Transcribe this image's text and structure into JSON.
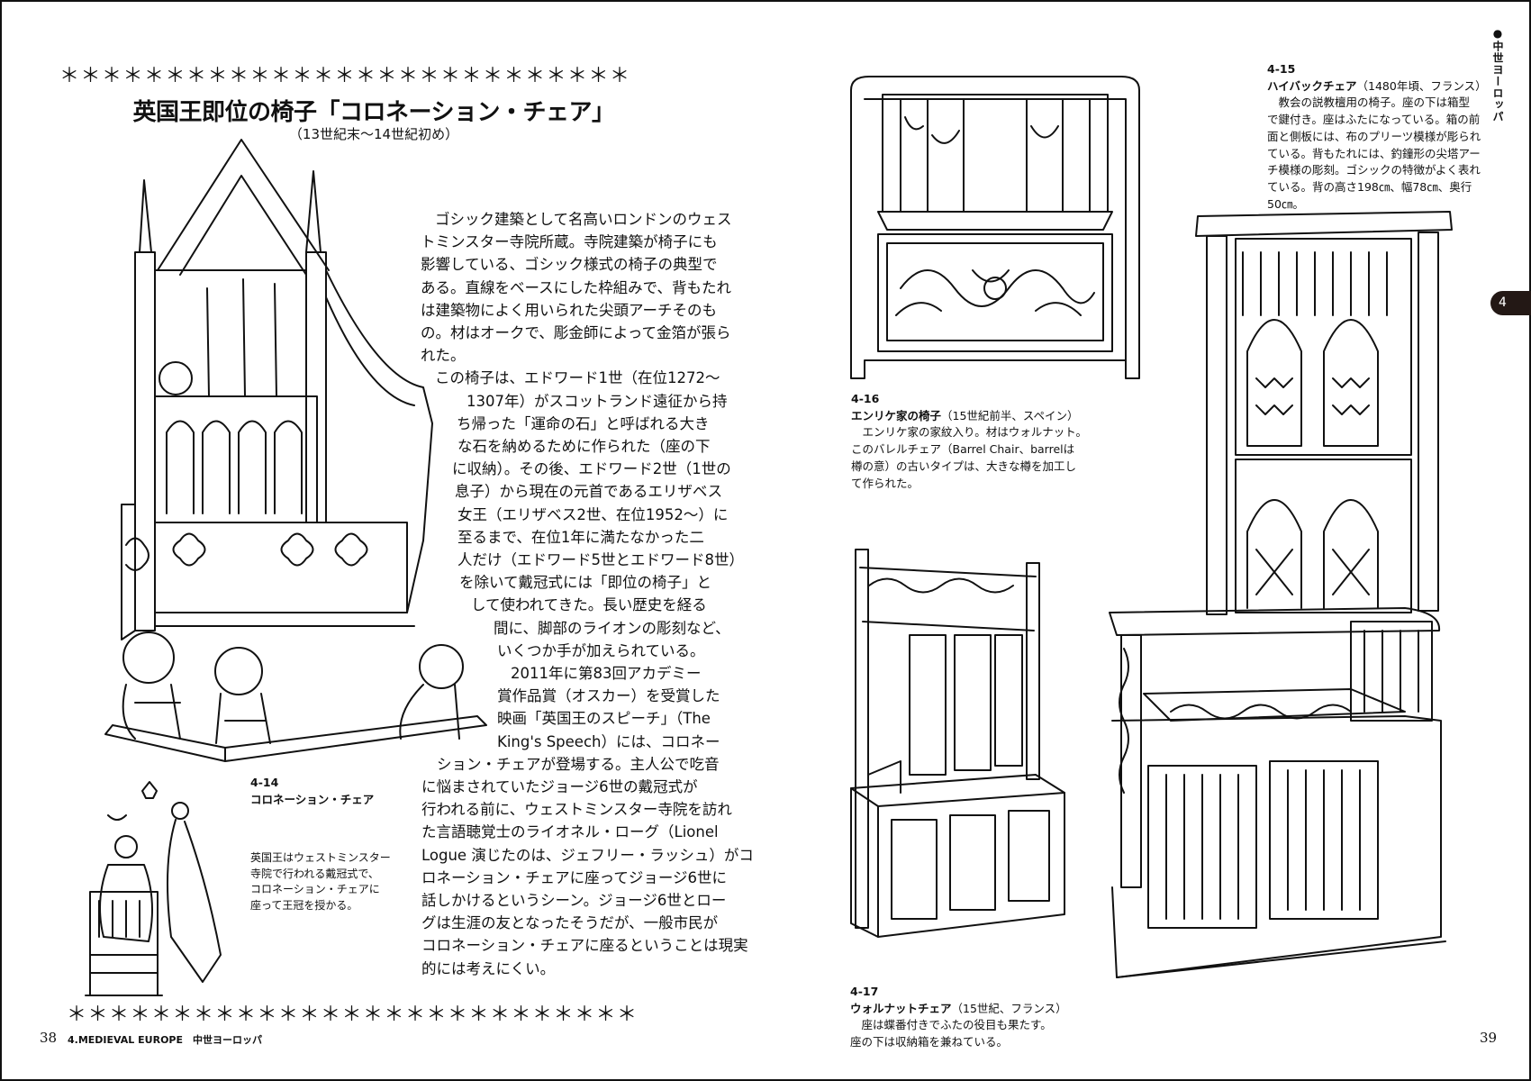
{
  "decor": {
    "stars_top": "＊＊＊＊＊＊＊＊＊＊＊＊＊＊＊＊＊＊＊＊＊＊＊＊＊＊＊",
    "stars_bottom": "＊＊＊＊＊＊＊＊＊＊＊＊＊＊＊＊＊＊＊＊＊＊＊＊＊＊＊"
  },
  "left_page": {
    "title": "英国王即位の椅子「コロネーション・チェア」",
    "subtitle": "（13世紀末～14世紀初め）",
    "body_lines": [
      "ゴシック建築として名高いロンドンのウェス",
      "トミンスター寺院所蔵。寺院建築が椅子にも",
      "影響している、ゴシック様式の椅子の典型で",
      "ある。直線をベースにした枠組みで、背もたれ",
      "は建築物によく用いられた尖頭アーチそのも",
      "の。材はオークで、彫金師によって金箔が張ら",
      "れた。",
      "この椅子は、エドワード1世（在位1272～",
      "1307年）がスコットランド遠征から持",
      "ち帰った「運命の石」と呼ばれる大き",
      "な石を納めるために作られた（座の下",
      "に収納）。その後、エドワード2世（1世の",
      "息子）から現在の元首であるエリザベス",
      "女王（エリザベス2世、在位1952～）に",
      "至るまで、在位1年に満たなかった二",
      "人だけ（エドワード5世とエドワード8世）",
      "を除いて戴冠式には「即位の椅子」と",
      "して使われてきた。長い歴史を経る",
      "間に、脚部のライオンの彫刻など、",
      "いくつか手が加えられている。",
      "2011年に第83回アカデミー",
      "賞作品賞（オスカー）を受賞した",
      "映画「英国王のスピーチ」（The",
      "King's Speech）には、コロネー",
      "ション・チェアが登場する。主人公で吃音",
      "に悩まされていたジョージ6世の戴冠式が",
      "行われる前に、ウェストミンスター寺院を訪れ",
      "た言語聴覚士のライオネル・ローグ（Lionel",
      "Logue 演じたのは、ジェフリー・ラッシュ）がコ",
      "ロネーション・チェアに座ってジョージ6世に",
      "話しかけるというシーン。ジョージ6世とロー",
      "グは生涯の友となったそうだが、一般市民が",
      "コロネーション・チェアに座るということは現実",
      "的には考えにくい。"
    ],
    "fig_4_14": {
      "number": "4-14",
      "title": "コロネーション・チェア"
    },
    "fig_inset_caption": [
      "英国王はウェストミンスター",
      "寺院で行われる戴冠式で、",
      "コロネーション・チェアに",
      "座って王冠を授かる。"
    ],
    "folio": "38",
    "running_head": "4.MEDIEVAL EUROPE　中世ヨーロッパ"
  },
  "right_page": {
    "section_label": "●中世ヨーロッパ",
    "chapter_tab": "4",
    "fig_4_15": {
      "number": "4-15",
      "title": "ハイバックチェア",
      "meta": "（1480年頃、フランス）",
      "lines": [
        "　教会の説教檀用の椅子。座の下は箱型",
        "で鍵付き。座はふたになっている。箱の前",
        "面と側板には、布のプリーツ模様が彫られ",
        "ている。背もたれには、釣鐘形の尖塔アー",
        "チ模様の彫刻。ゴシックの特徴がよく表れ",
        "ている。背の高さ198㎝、幅78㎝、奥行",
        "50㎝。"
      ]
    },
    "fig_4_16": {
      "number": "4-16",
      "title": "エンリケ家の椅子",
      "meta": "（15世紀前半、スペイン）",
      "lines": [
        "　エンリケ家の家紋入り。材はウォルナット。",
        "このバレルチェア（Barrel Chair、barrelは",
        "樽の意）の古いタイプは、大きな樽を加工し",
        "て作られた。"
      ]
    },
    "fig_4_17": {
      "number": "4-17",
      "title": "ウォルナットチェア",
      "meta": "（15世紀、フランス）",
      "lines": [
        "　座は蝶番付きでふたの役目も果たす。",
        "座の下は収納箱を兼ねている。"
      ]
    },
    "folio": "39"
  }
}
